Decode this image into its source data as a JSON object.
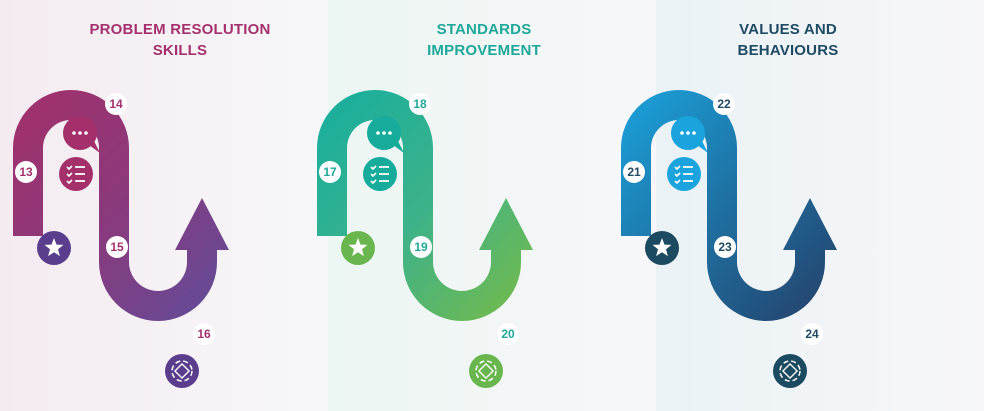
{
  "sections": [
    {
      "title_lines": [
        "PROBLEM RESOLUTION",
        "SKILLS"
      ],
      "color": "#a4316d",
      "gradient": [
        "#a3306b",
        "#8a3a7c",
        "#5f4d9a"
      ],
      "icon_color": "#a3306b",
      "star_color": "#5a3d8c",
      "hands_color": "#5a3d8c",
      "bg": "#f4ebf1",
      "steps": [
        "13",
        "14",
        "15",
        "16"
      ]
    },
    {
      "title_lines": [
        "STANDARDS",
        "IMPROVEMENT"
      ],
      "color": "#1fa89a",
      "gradient": [
        "#16ae9f",
        "#3cb28a",
        "#79bb47"
      ],
      "icon_color": "#17ab9c",
      "star_color": "#6ab64e",
      "hands_color": "#6ab64e",
      "bg": "#ecf6f2",
      "steps": [
        "17",
        "18",
        "19",
        "20"
      ]
    },
    {
      "title_lines": [
        "VALUES AND",
        "BEHAVIOURS"
      ],
      "color": "#1f4a63",
      "gradient": [
        "#1aa3dc",
        "#1f6fa0",
        "#253f68"
      ],
      "icon_color": "#1aa3dc",
      "star_color": "#1c4a60",
      "hands_color": "#1c4a60",
      "bg": "#eaf2f5",
      "steps": [
        "21",
        "22",
        "23",
        "24"
      ]
    }
  ],
  "icons": {
    "step1": "checklist-icon",
    "step2": "speech-bubble-icon",
    "step3": "star-icon",
    "step4": "hands-circle-icon"
  }
}
